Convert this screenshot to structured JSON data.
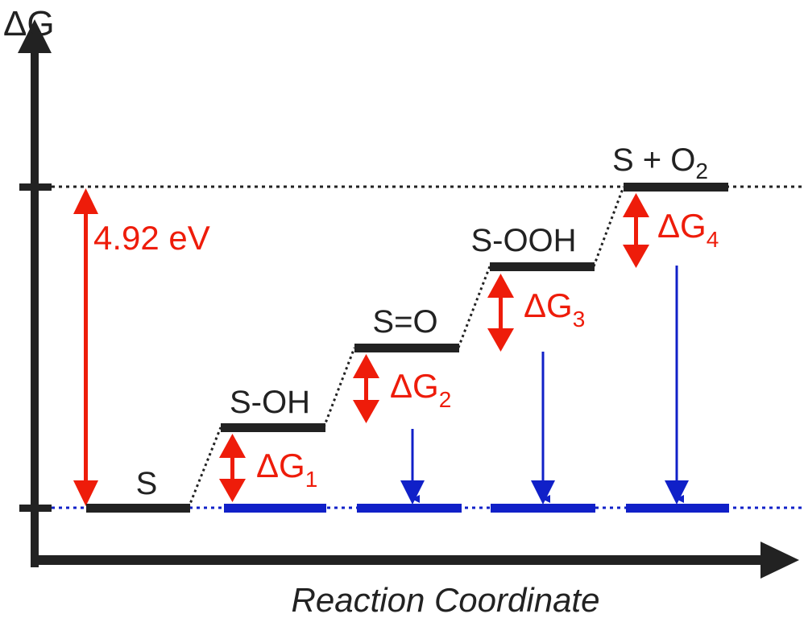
{
  "axes": {
    "y_label": "ΔG",
    "x_label": "Reaction Coordinate"
  },
  "reference": {
    "energy_label": "4.92 eV"
  },
  "states": [
    {
      "label": "S"
    },
    {
      "label": "S-OH"
    },
    {
      "label": "S=O"
    },
    {
      "label": "S-OOH"
    },
    {
      "label": "S + O",
      "subscript": "2"
    }
  ],
  "steps": [
    {
      "label": "ΔG",
      "subscript": "1"
    },
    {
      "label": "ΔG",
      "subscript": "2"
    },
    {
      "label": "ΔG",
      "subscript": "3"
    },
    {
      "label": "ΔG",
      "subscript": "4"
    }
  ],
  "colors": {
    "axis": "#222222",
    "level": "#222222",
    "step_arrow": "#ee1c0a",
    "baseline": "#1020c8"
  }
}
